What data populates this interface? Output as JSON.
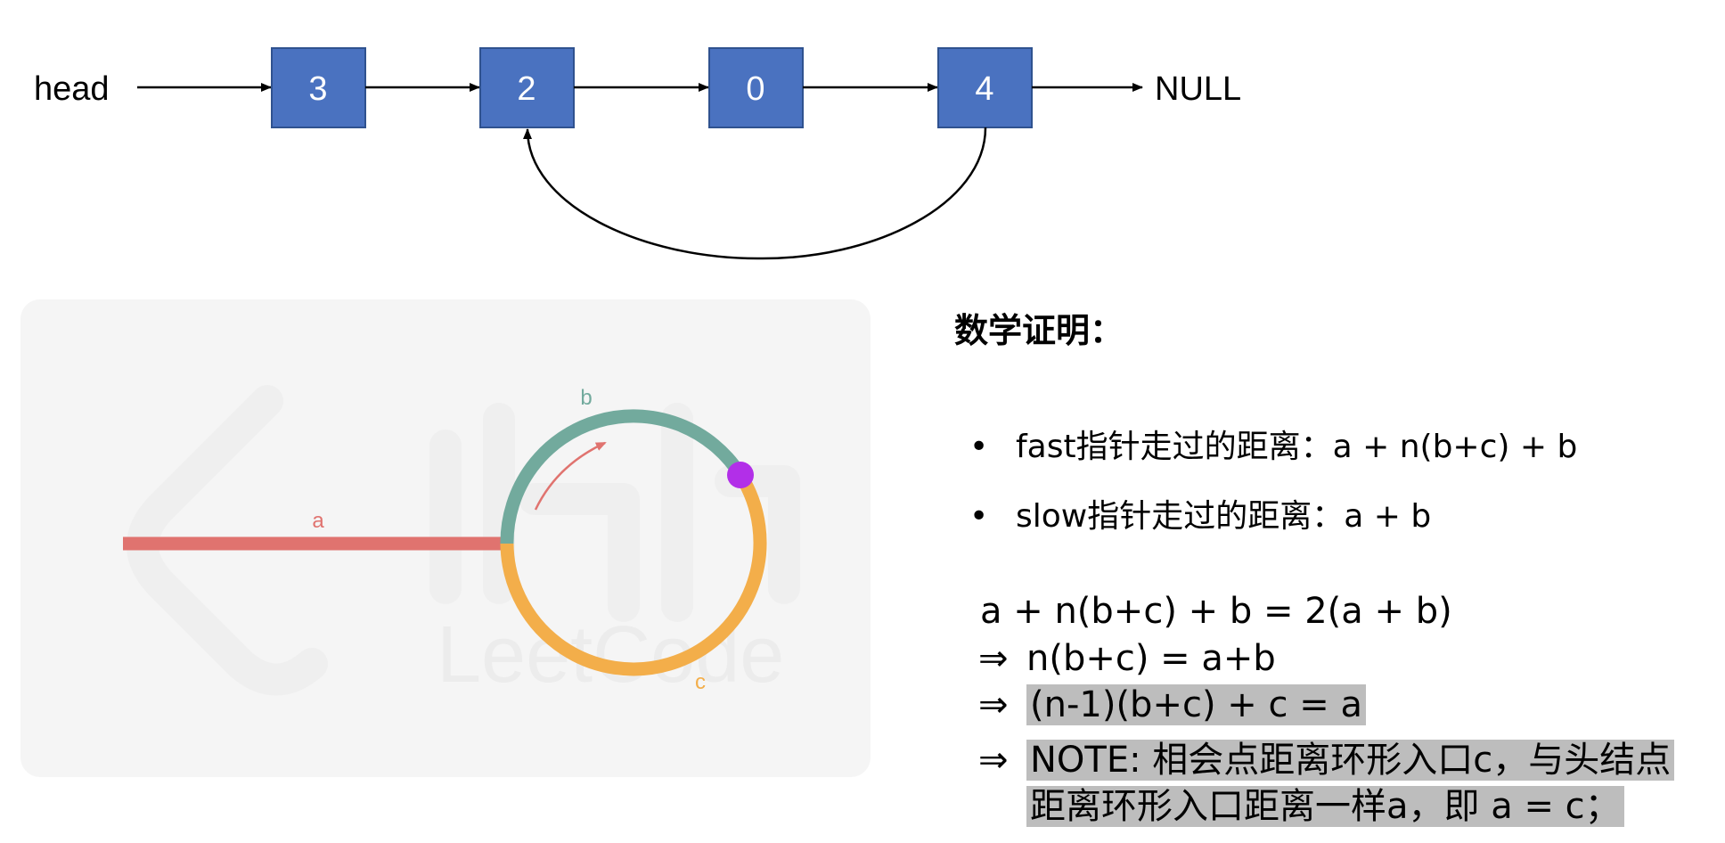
{
  "linked_list": {
    "head_label": "head",
    "null_label": "NULL",
    "nodes": [
      "3",
      "2",
      "0",
      "4"
    ],
    "node_color": "#4a72c0"
  },
  "illustration": {
    "label_a": "a",
    "label_b": "b",
    "label_c": "c",
    "watermark": "LeetCode",
    "colors": {
      "segment_a": "#e0736f",
      "arc_b": "#72aa9d",
      "arc_c": "#f3ae4a",
      "meet_point": "#b22fe8",
      "panel_bg": "#f5f5f5"
    }
  },
  "proof": {
    "title": "数学证明：",
    "bullet_glyph": "•",
    "bullets": [
      "fast指针走过的距离：a + n(b+c) + b",
      "slow指针走过的距离：a + b"
    ],
    "arrow": "⇒",
    "eq1": "a + n(b+c) + b = 2(a + b)",
    "eq2": "n(b+c) = a+b",
    "eq3": "(n-1)(b+c) + c = a",
    "note_line1": "NOTE: 相会点距离环形入口c，与头结点",
    "note_line2": "距离环形入口距离一样a，即 a = c；"
  }
}
